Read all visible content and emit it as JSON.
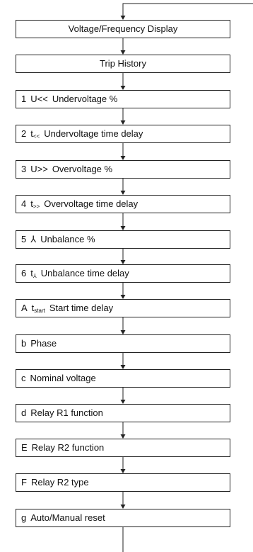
{
  "steps": [
    {
      "code": "",
      "symbol": "",
      "sub": "",
      "label": "Voltage/Frequency Display",
      "align": "center"
    },
    {
      "code": "",
      "symbol": "",
      "sub": "",
      "label": "Trip History",
      "align": "center"
    },
    {
      "code": "1",
      "symbol": "U<<",
      "sub": "",
      "label": "Undervoltage %",
      "align": "left"
    },
    {
      "code": "2",
      "symbol": "t",
      "sub": "<<",
      "label": "Undervoltage time delay",
      "align": "left"
    },
    {
      "code": "3",
      "symbol": "U>>",
      "sub": "",
      "label": "Overvoltage %",
      "align": "left"
    },
    {
      "code": "4",
      "symbol": "t",
      "sub": ">>",
      "label": "Overvoltage time delay",
      "align": "left"
    },
    {
      "code": "5",
      "symbol": "⅄",
      "sub": "",
      "label": "Unbalance %",
      "align": "left"
    },
    {
      "code": "6",
      "symbol": "t",
      "sub": "⅄",
      "label": "Unbalance time delay",
      "align": "left"
    },
    {
      "code": "A",
      "symbol": "t",
      "sub": "start",
      "label": "Start time delay",
      "align": "left"
    },
    {
      "code": "b",
      "symbol": "",
      "sub": "",
      "label": "Phase",
      "align": "left"
    },
    {
      "code": "c",
      "symbol": "",
      "sub": "",
      "label": "Nominal voltage",
      "align": "left"
    },
    {
      "code": "d",
      "symbol": "",
      "sub": "",
      "label": "Relay R1 function",
      "align": "left"
    },
    {
      "code": "E",
      "symbol": "",
      "sub": "",
      "label": "Relay R2 function",
      "align": "left"
    },
    {
      "code": "F",
      "symbol": "",
      "sub": "",
      "label": "Relay R2 type",
      "align": "left"
    },
    {
      "code": "g",
      "symbol": "",
      "sub": "",
      "label": "Auto/Manual reset",
      "align": "left"
    }
  ]
}
